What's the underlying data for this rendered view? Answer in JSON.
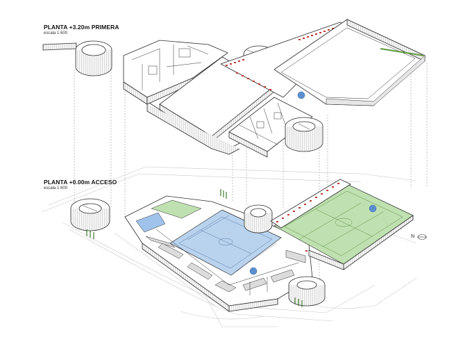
{
  "upper_level": {
    "title": "PLANTA +3.20m PRIMERA",
    "scale": "escala 1 600"
  },
  "ground_level": {
    "title": "PLANTA +0.00m ACCESO",
    "scale": "escala 1 600"
  },
  "north_label": "N",
  "colors": {
    "indoor_court": "#b9d3ee",
    "outdoor_court": "#bfe0b0",
    "outline": "#2b2b2b",
    "context": "#c8c8c8",
    "seating_red": "#c0392b",
    "greenery": "#5a9a3c"
  },
  "icons": [
    "north-arrow-icon",
    "tree-icon",
    "seating-icon"
  ]
}
